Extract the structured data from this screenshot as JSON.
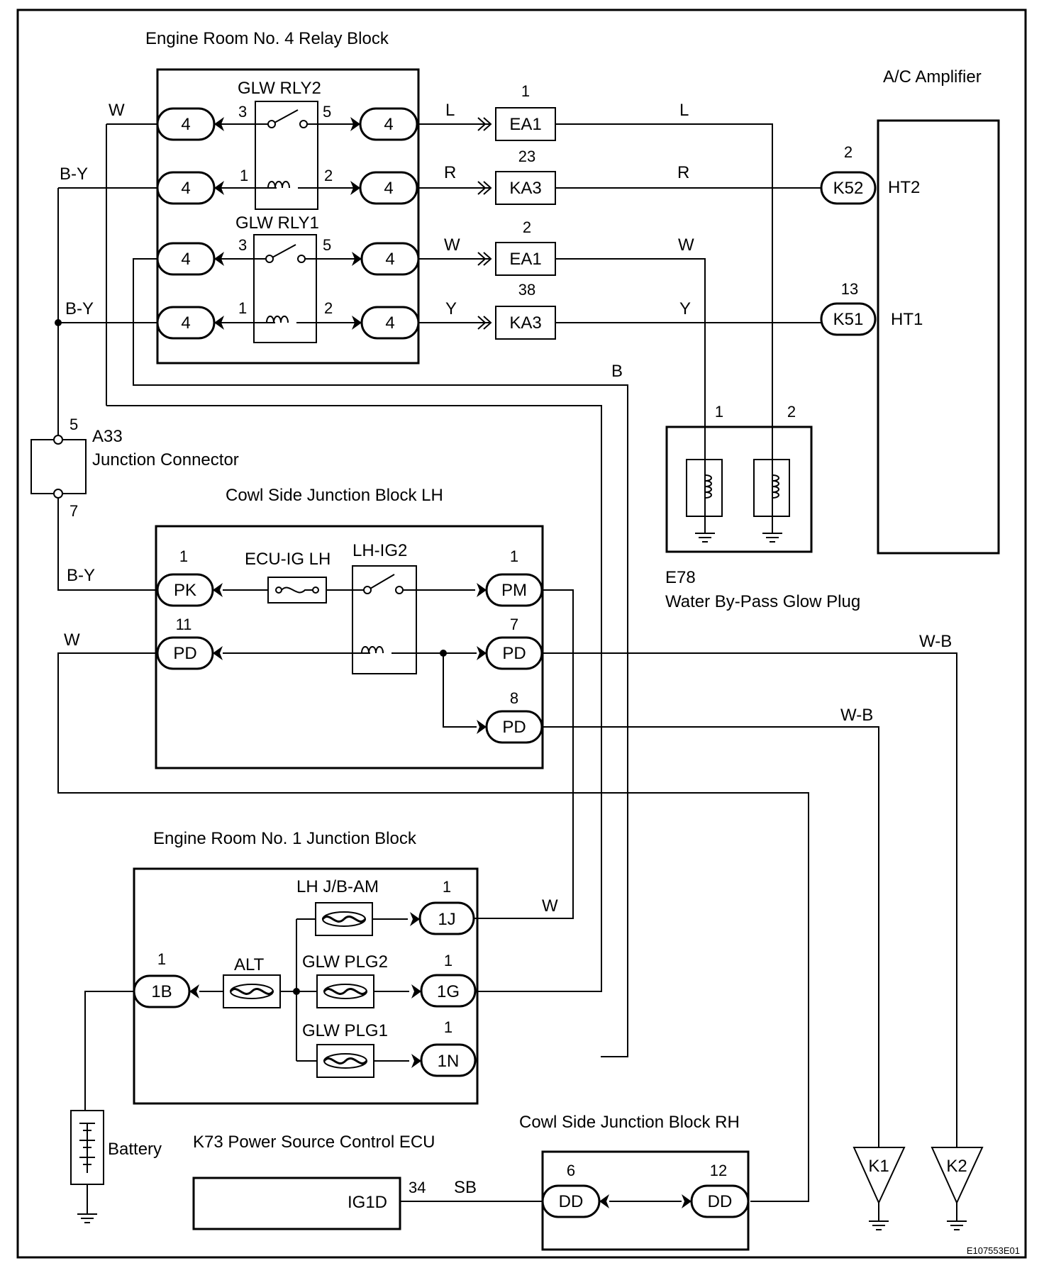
{
  "relay_block": {
    "title": "Engine Room No. 4 Relay Block",
    "relay2": "GLW RLY2",
    "relay1": "GLW RLY1",
    "conn": "4",
    "pins": {
      "p3": "3",
      "p5": "5",
      "p1": "1",
      "p2": "2"
    }
  },
  "connectors": {
    "ea1_a": {
      "pin": "1",
      "name": "EA1"
    },
    "ka3_a": {
      "pin": "23",
      "name": "KA3"
    },
    "ea1_b": {
      "pin": "2",
      "name": "EA1"
    },
    "ka3_b": {
      "pin": "38",
      "name": "KA3"
    }
  },
  "wires": {
    "w": "W",
    "by": "B-Y",
    "l": "L",
    "r": "R",
    "y": "Y",
    "b": "B",
    "wb": "W-B",
    "sb": "SB"
  },
  "ac_amp": {
    "title": "A/C Amplifier",
    "k52_pin": "2",
    "k52": "K52",
    "ht2": "HT2",
    "k51_pin": "13",
    "k51": "K51",
    "ht1": "HT1"
  },
  "glow_plug": {
    "pin1": "1",
    "pin2": "2",
    "code": "E78",
    "title": "Water By-Pass Glow Plug"
  },
  "junction_connector": {
    "pin5": "5",
    "pin7": "7",
    "code": "A33",
    "title": "Junction Connector"
  },
  "cowl_lh": {
    "title": "Cowl Side Junction Block LH",
    "fuse": "ECU-IG LH",
    "relay": "LH-IG2",
    "pk_pin": "1",
    "pk": "PK",
    "pm_pin": "1",
    "pm": "PM",
    "pd_l_pin": "11",
    "pd_r1_pin": "7",
    "pd_r2_pin": "8",
    "pd": "PD"
  },
  "engine_jb": {
    "title": "Engine Room No. 1 Junction Block",
    "fuse_jbam": "LH J/B-AM",
    "fuse_alt": "ALT",
    "fuse_plg2": "GLW PLG2",
    "fuse_plg1": "GLW PLG1",
    "b1_pin": "1",
    "b1": "1B",
    "j1_pin": "1",
    "j1": "1J",
    "g1_pin": "1",
    "g1": "1G",
    "n1_pin": "1",
    "n1": "1N"
  },
  "battery": "Battery",
  "ecu": {
    "title": "K73 Power Source Control ECU",
    "terminal": "IG1D",
    "pin": "34"
  },
  "cowl_rh": {
    "title": "Cowl Side Junction Block RH",
    "dd_l_pin": "6",
    "dd_r_pin": "12",
    "dd": "DD"
  },
  "grounds": {
    "k1": "K1",
    "k2": "K2"
  },
  "figure_id": "E107553E01"
}
